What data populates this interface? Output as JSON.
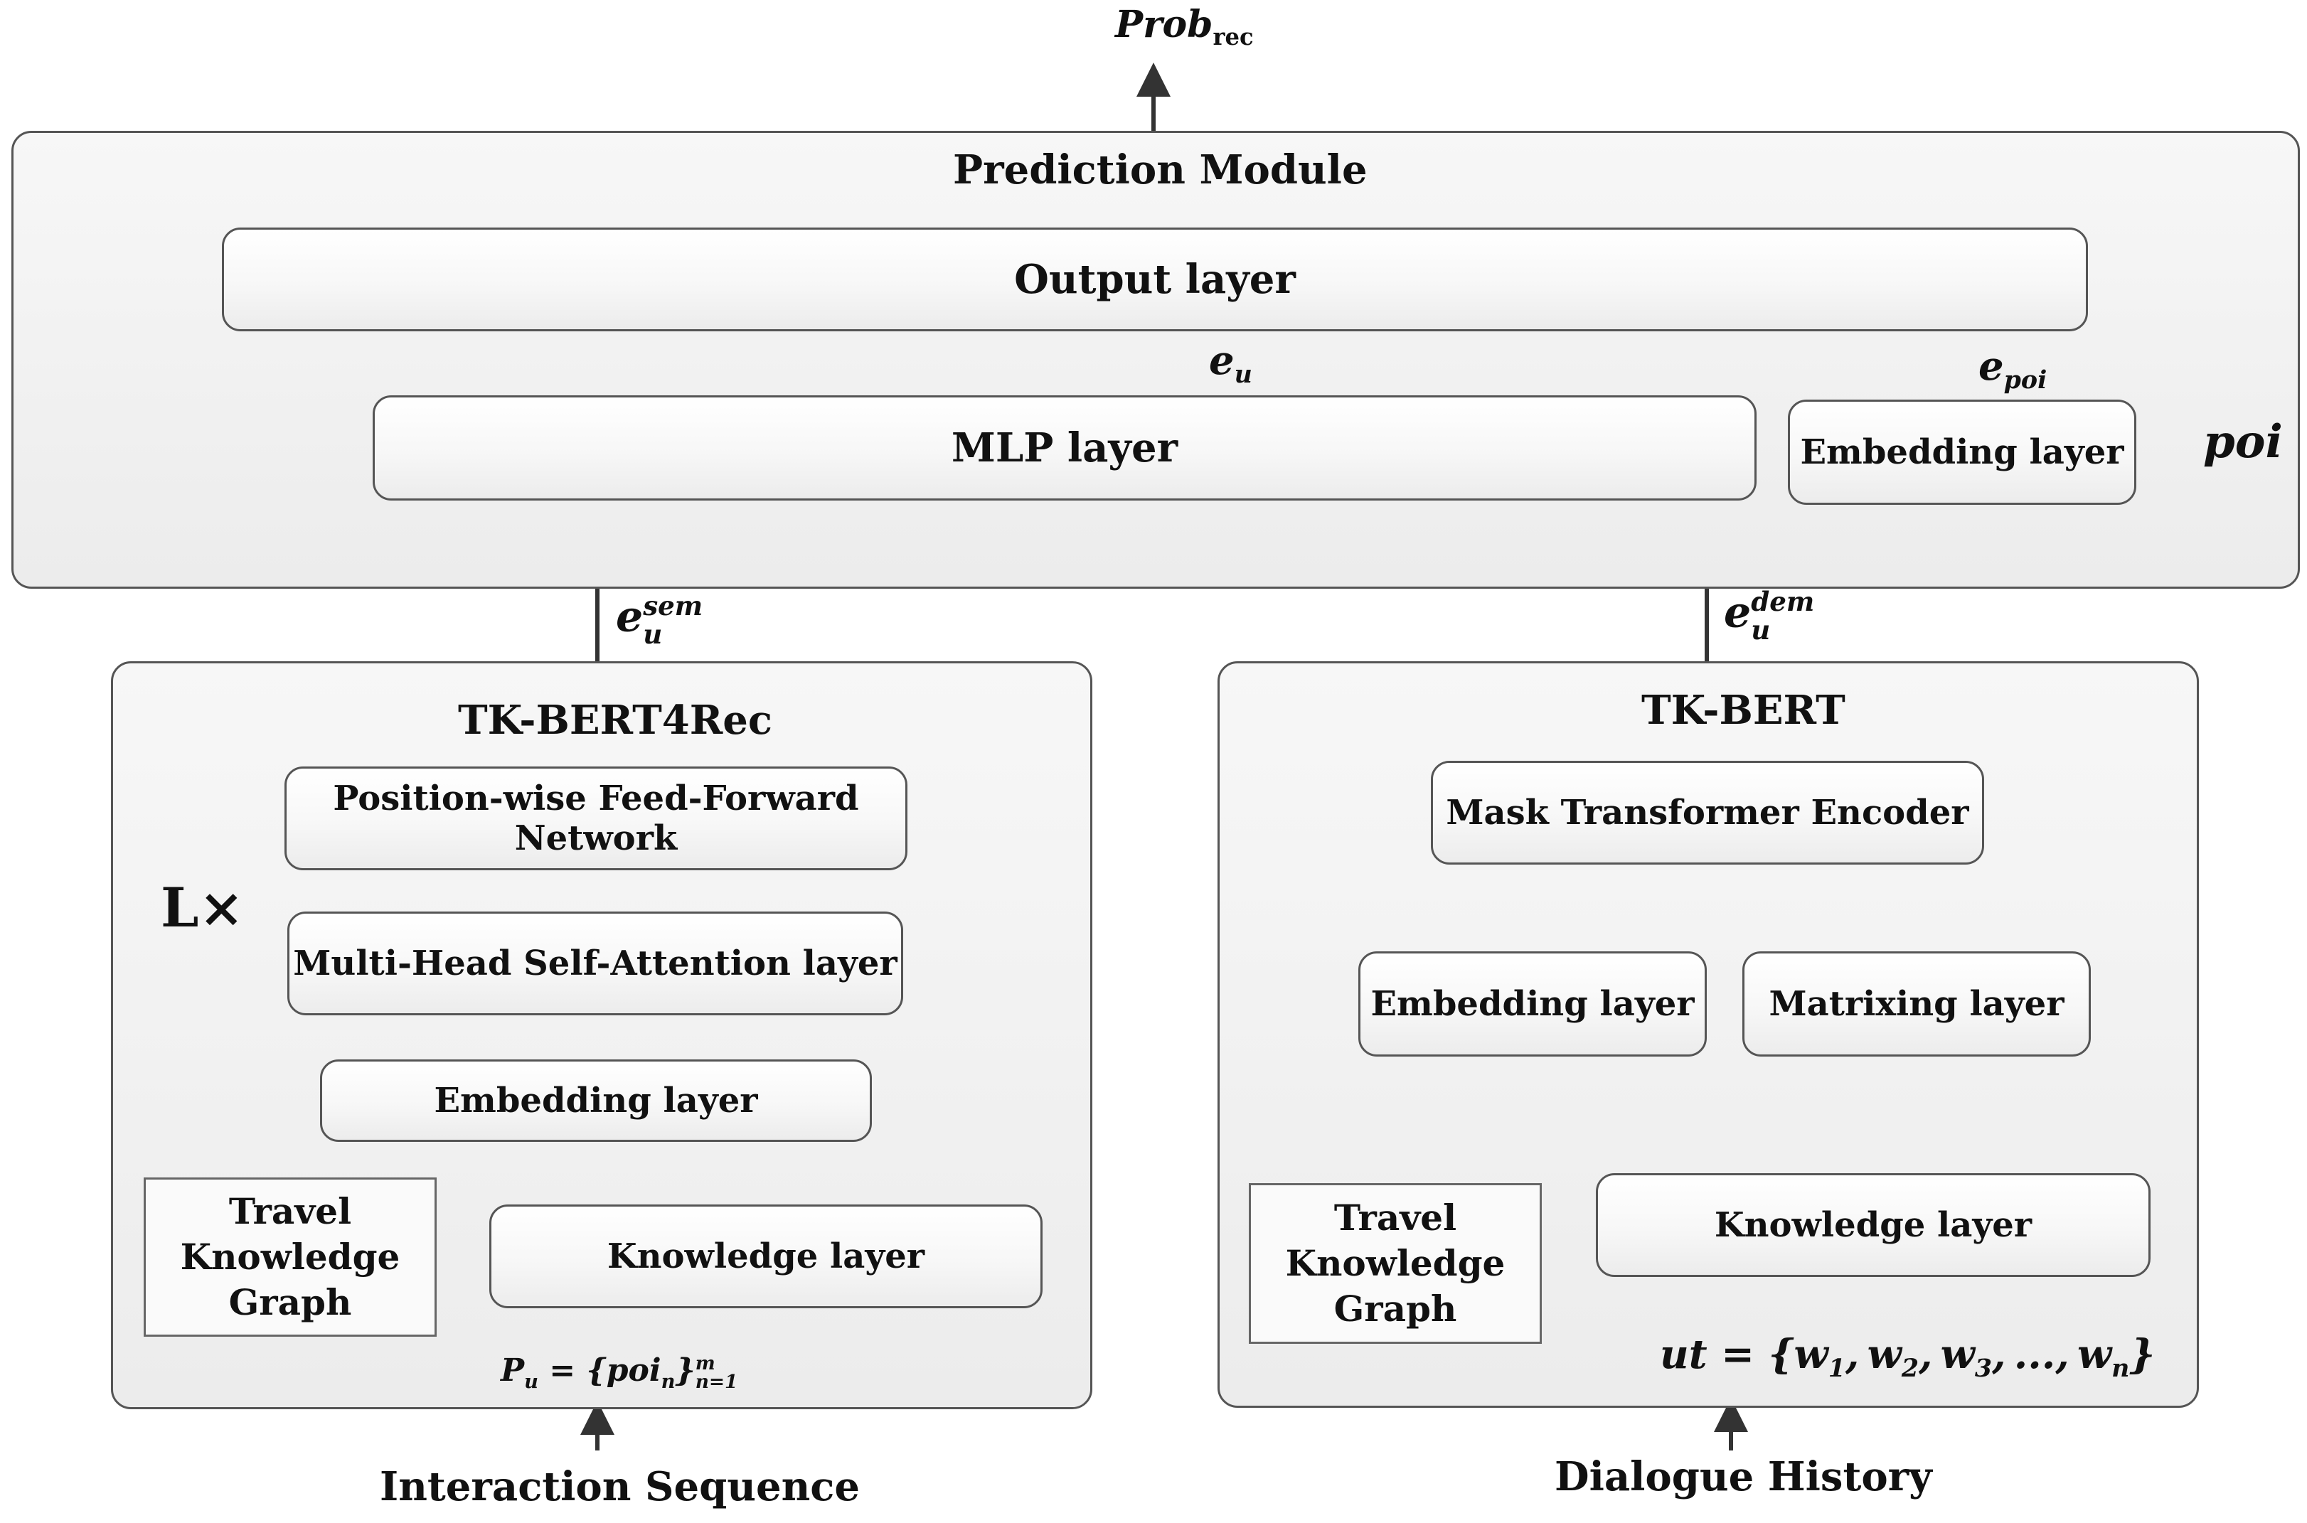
{
  "output": {
    "prob": "Prob",
    "prob_sub": "rec"
  },
  "prediction": {
    "title": "Prediction Module",
    "output_layer": "Output layer",
    "mlp_layer": "MLP layer",
    "embedding_layer": "Embedding layer",
    "e_u": "e",
    "e_u_sub": "u",
    "e_poi": "e",
    "e_poi_sub": "poi",
    "poi": "poi"
  },
  "left": {
    "title": "TK-BERT4Rec",
    "ffn": "Position-wise Feed-Forward Network",
    "mhsa": "Multi-Head Self-Attention layer",
    "embedding": "Embedding layer",
    "knowledge": "Knowledge layer",
    "kg": [
      "Travel",
      "Knowledge",
      "Graph"
    ],
    "repeat": "L×",
    "e_sem": "e",
    "e_sem_sup": "sem",
    "e_sem_sub": "u",
    "formula": {
      "p": "P",
      "p_sub": "u",
      "eq": " = {",
      "poi": "poi",
      "poi_sub": "n",
      "close": "}",
      "sup": "m",
      "sub": "n=1"
    },
    "input": "Interaction Sequence"
  },
  "right": {
    "title": "TK-BERT",
    "encoder": "Mask Transformer Encoder",
    "embedding": "Embedding layer",
    "matrixing": "Matrixing layer",
    "knowledge": "Knowledge layer",
    "kg": [
      "Travel",
      "Knowledge",
      "Graph"
    ],
    "e_dem": "e",
    "e_dem_sup": "dem",
    "e_dem_sub": "u",
    "formula": {
      "ut": "ut = {",
      "w1": "w",
      "s1": "1",
      "w2": "w",
      "s2": "2",
      "w3": "w",
      "s3": "3",
      "dots": "...",
      "wn": "w",
      "sn": "n",
      "close": "}"
    },
    "input": "Dialogue History"
  }
}
